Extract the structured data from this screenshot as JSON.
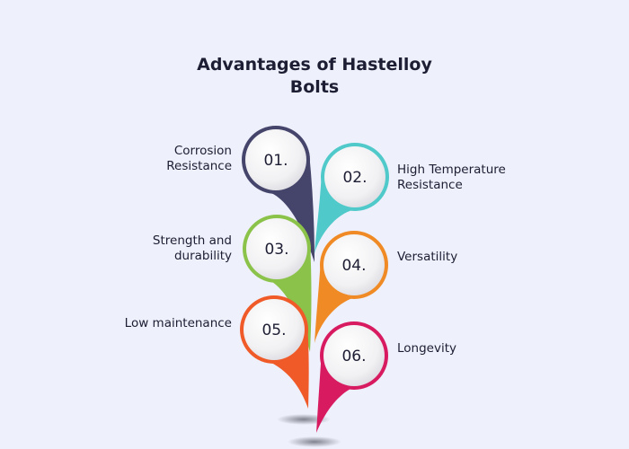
{
  "title": {
    "line1": "Advantages of Hastelloy",
    "line2": "Bolts"
  },
  "items": [
    {
      "number": "01.",
      "label_line1": "Corrosion",
      "label_line2": "Resistance",
      "color": "#45446b",
      "side": "left"
    },
    {
      "number": "02.",
      "label_line1": "High Temperature",
      "label_line2": "Resistance",
      "color": "#4fc9c9",
      "side": "right"
    },
    {
      "number": "03.",
      "label_line1": "Strength and",
      "label_line2": "durability",
      "color": "#8bc34a",
      "side": "left"
    },
    {
      "number": "04.",
      "label_line1": "Versatility",
      "label_line2": "",
      "color": "#f08a24",
      "side": "right"
    },
    {
      "number": "05.",
      "label_line1": "Low maintenance",
      "label_line2": "",
      "color": "#f05a28",
      "side": "left"
    },
    {
      "number": "06.",
      "label_line1": "Longevity",
      "label_line2": "",
      "color": "#d81b60",
      "side": "right"
    }
  ],
  "colors": {
    "background": "#eef0fb",
    "text": "#1d1d33",
    "circle_fill": "#f4f4f6"
  }
}
